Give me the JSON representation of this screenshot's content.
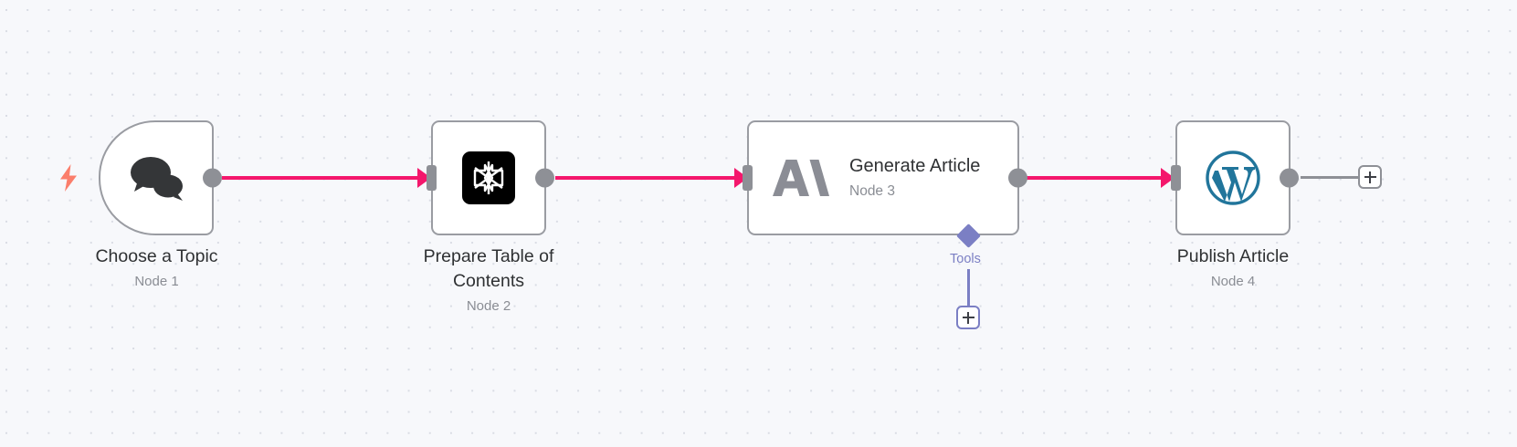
{
  "canvas": {
    "background_color": "#f7f8fb",
    "grid_dot_color": "#d9dce4",
    "connector_color": "#f4176c",
    "port_color": "#8e9096",
    "tools_accent_color": "#7b7fc4",
    "trigger_bolt_color": "#fb7e6b",
    "node_border_color": "#9a9ca2"
  },
  "trigger": {
    "icon": "lightning-bolt-icon"
  },
  "nodes": [
    {
      "id": "node-1",
      "title": "Choose a Topic",
      "subtitle": "Node 1",
      "icon": "chat-bubbles-icon",
      "shape": "trigger",
      "label_position": "below"
    },
    {
      "id": "node-2",
      "title": "Prepare Table of\nContents",
      "subtitle": "Node 2",
      "icon": "deepseek-starburst-icon",
      "shape": "square",
      "label_position": "below"
    },
    {
      "id": "node-3",
      "title": "Generate Article",
      "subtitle": "Node 3",
      "icon": "anthropic-icon",
      "shape": "wide",
      "label_position": "inside"
    },
    {
      "id": "node-4",
      "title": "Publish Article",
      "subtitle": "Node 4",
      "icon": "wordpress-icon",
      "shape": "square",
      "label_position": "below"
    }
  ],
  "tools_connector": {
    "label": "Tools",
    "add_button_label": "+"
  },
  "end_connector": {
    "add_button_label": "+"
  }
}
